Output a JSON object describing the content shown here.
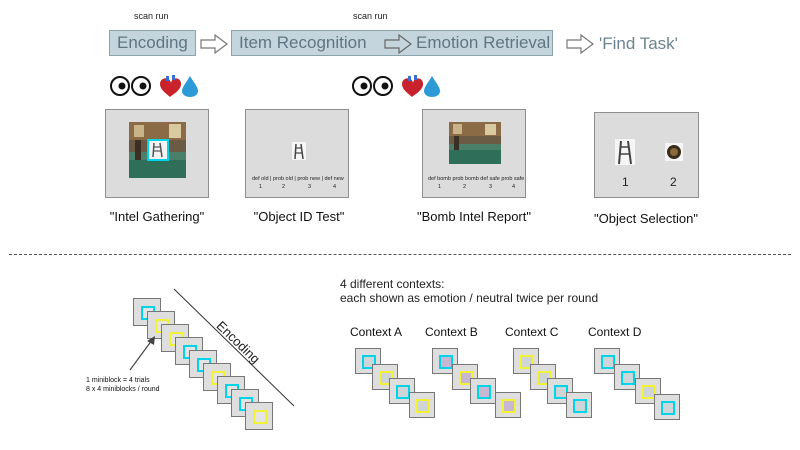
{
  "top": {
    "scan_run_left": "scan run",
    "scan_run_right": "scan run",
    "stage_encoding": "Encoding",
    "stage_item_recognition": "Item Recognition",
    "stage_emotion_retrieval": "Emotion Retrieval",
    "stage_find_task": "'Find Task'"
  },
  "panels": {
    "intel_gathering_caption": "\"Intel Gathering\"",
    "object_id_caption": "\"Object ID Test\"",
    "object_id_options": "def old | prob old | prob new | def new",
    "object_id_numbers": [
      "1",
      "2",
      "3",
      "4"
    ],
    "bomb_intel_caption": "\"Bomb Intel Report\"",
    "bomb_intel_options": "def bomb prob bomb  def safe prob safe",
    "bomb_intel_numbers": [
      "1",
      "2",
      "3",
      "4"
    ],
    "object_selection_caption": "\"Object Selection\"",
    "object_selection_numbers": [
      "1",
      "2"
    ]
  },
  "bottom": {
    "encoding_label": "Encoding",
    "miniblock_note_1": "1 miniblock = 4 trials",
    "miniblock_note_2": "8 x 4 miniblocks / round",
    "contexts_line_1": "4 different contexts:",
    "contexts_line_2": "each shown as emotion / neutral twice per round",
    "context_labels": [
      "Context A",
      "Context B",
      "Context C",
      "Context D"
    ]
  },
  "colors": {
    "stage_fill": "#c5d5dd",
    "stage_text": "#5d7782",
    "cyan_frame": "#00d4e8",
    "yellow_frame": "#f2f234",
    "panel_fill": "#dcdcdc"
  },
  "icons": [
    "eyes-icon",
    "heart-icon",
    "sweat-drop-icon",
    "arrow-right-icon",
    "ladder-icon",
    "coin-icon"
  ]
}
